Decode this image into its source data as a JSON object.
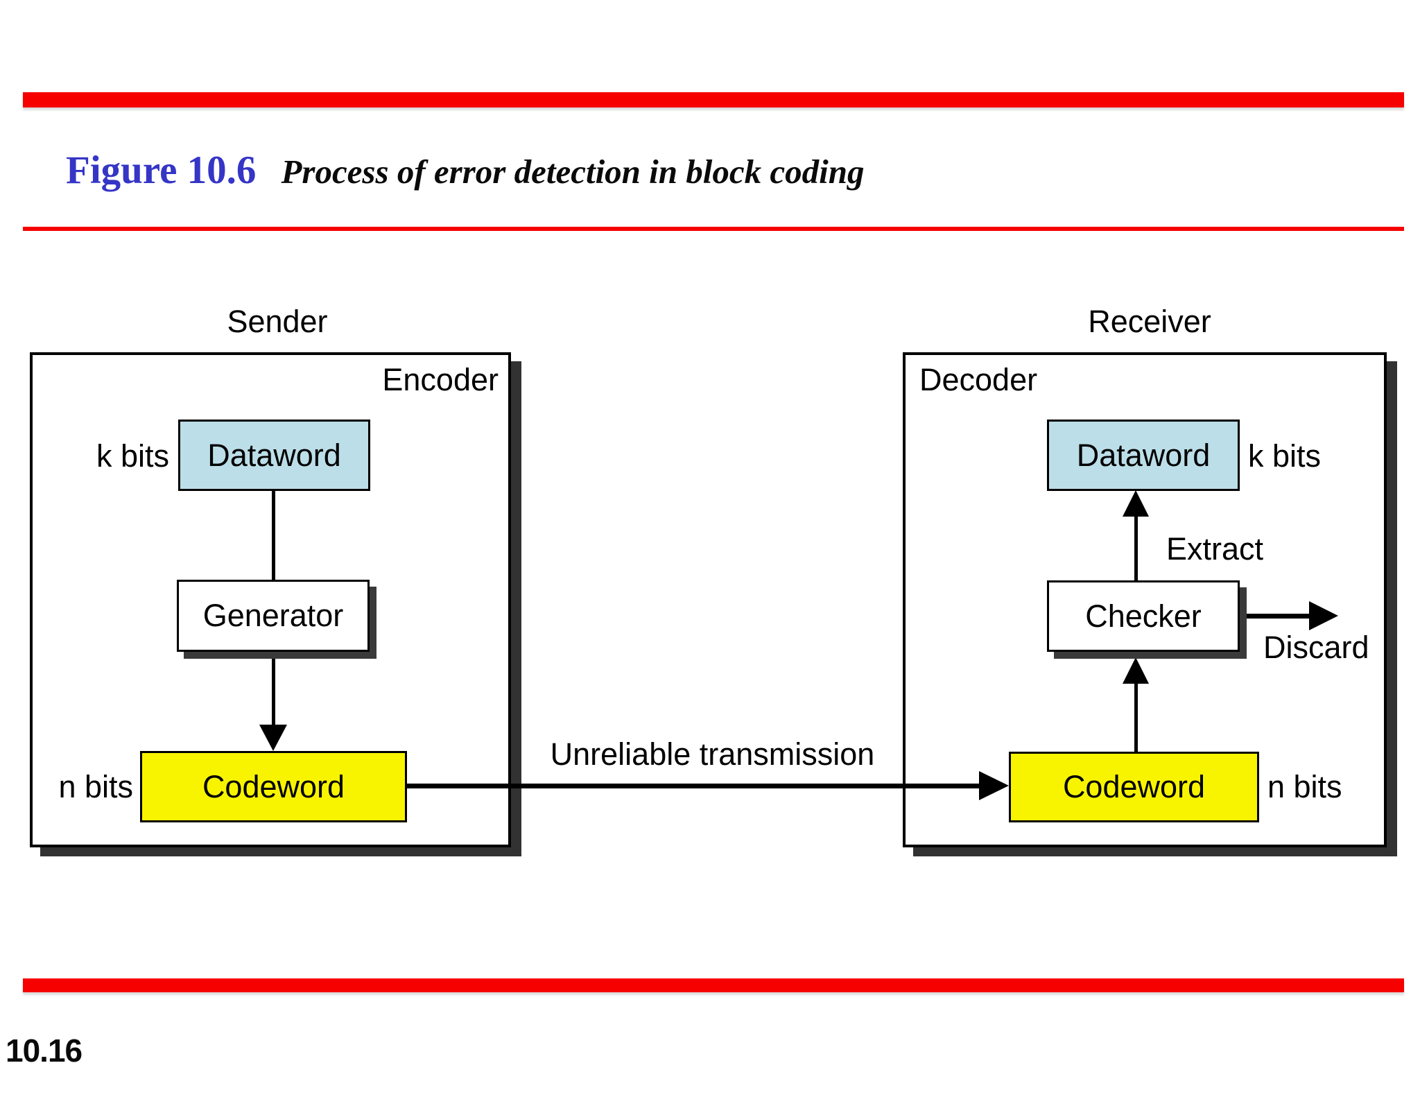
{
  "header": {
    "figure_label": "Figure 10.6",
    "figure_title": "Process of error detection in block coding"
  },
  "footer": {
    "page_number": "10.16"
  },
  "colors": {
    "accent_red": "#f60000",
    "title_blue": "#3535c6",
    "dataword_fill": "#bcdee8",
    "codeword_fill": "#f8f400",
    "shadow_gray": "#323232"
  },
  "diagram": {
    "sender": {
      "title": "Sender",
      "inner_label": "Encoder",
      "dataword_label": "Dataword",
      "dataword_bits": "k bits",
      "generator_label": "Generator",
      "codeword_label": "Codeword",
      "codeword_bits": "n bits"
    },
    "receiver": {
      "title": "Receiver",
      "inner_label": "Decoder",
      "dataword_label": "Dataword",
      "dataword_bits": "k bits",
      "checker_label": "Checker",
      "extract_label": "Extract",
      "discard_label": "Discard",
      "codeword_label": "Codeword",
      "codeword_bits": "n bits"
    },
    "transmission_label": "Unreliable transmission"
  }
}
